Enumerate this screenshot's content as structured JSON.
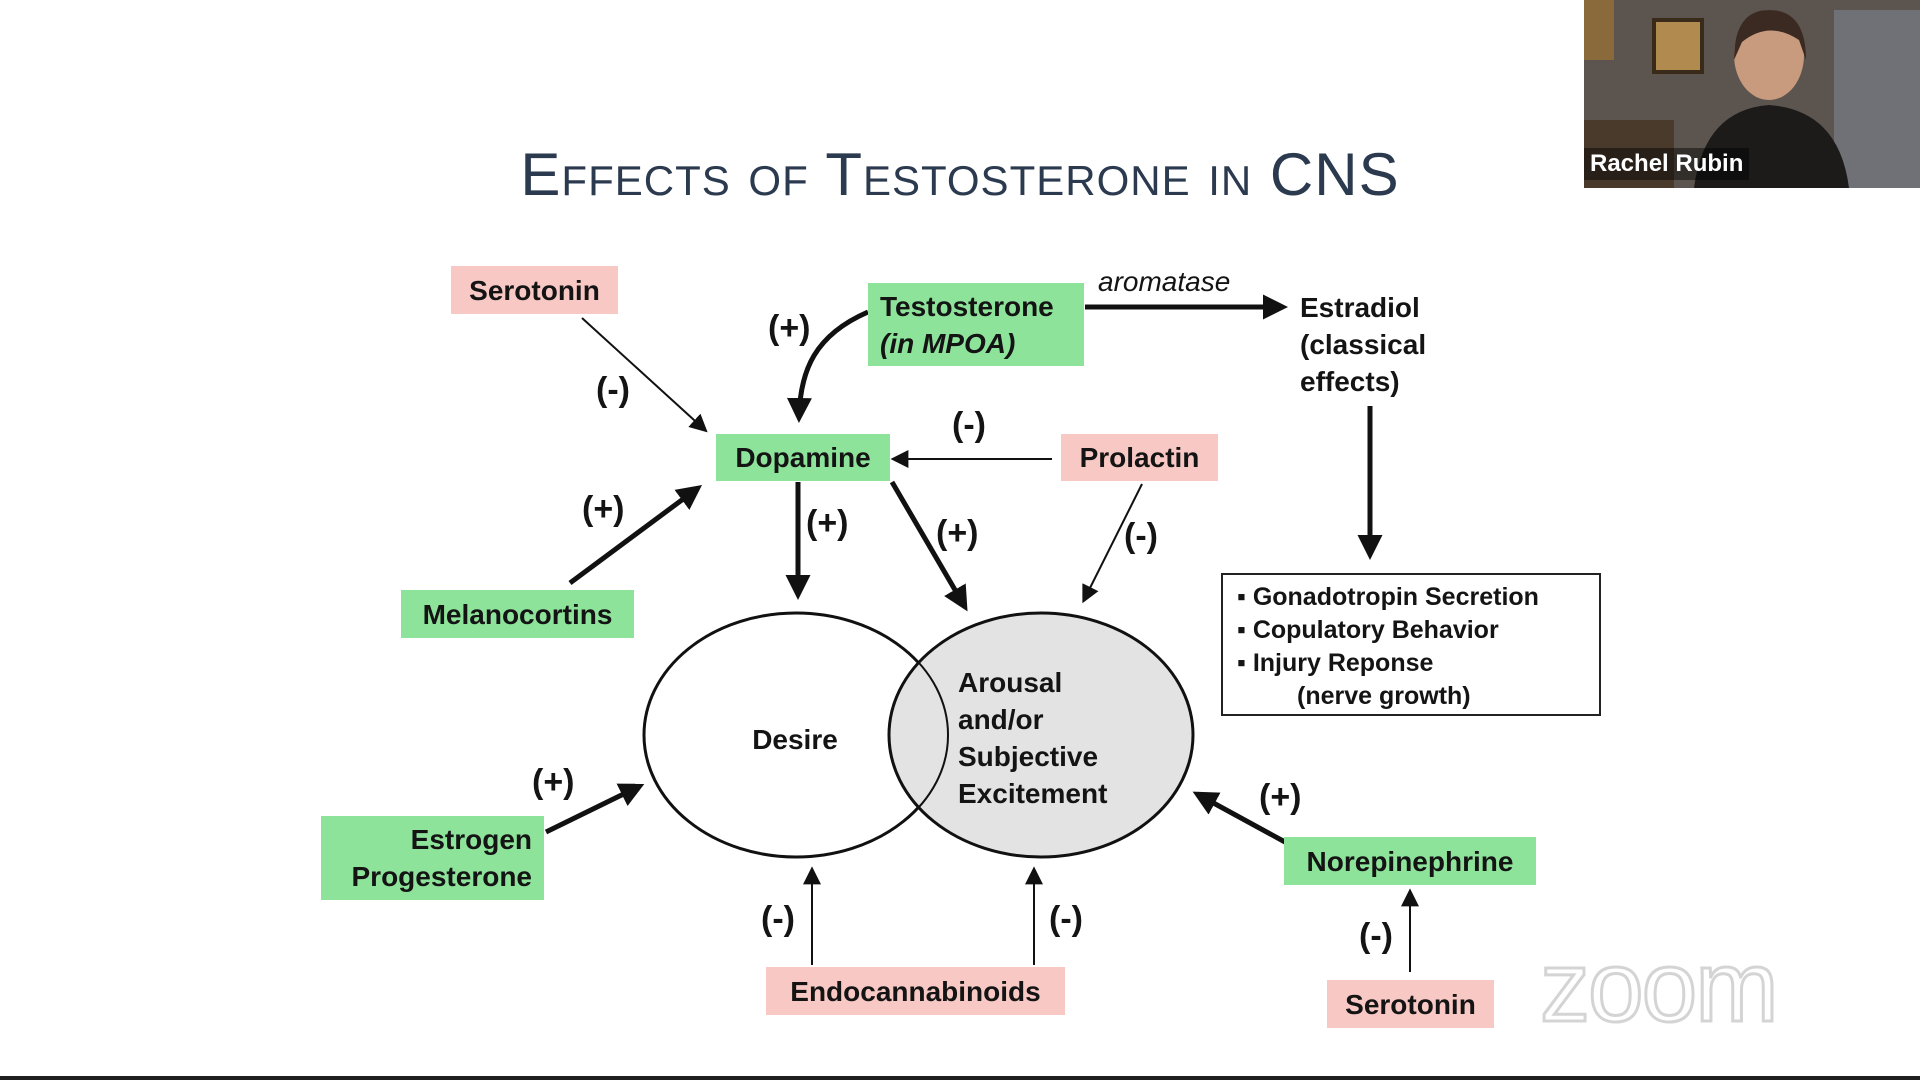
{
  "slide": {
    "title": "Effects of Testosterone in CNS"
  },
  "nodes": {
    "serotonin_top": "Serotonin",
    "testosterone_line1": "Testosterone",
    "testosterone_line2": "(in MPOA)",
    "aromatase": "aromatase",
    "estradiol_line1": "Estradiol",
    "estradiol_line2": "(classical",
    "estradiol_line3": "effects)",
    "dopamine": "Dopamine",
    "prolactin": "Prolactin",
    "melanocortins": "Melanocortins",
    "desire": "Desire",
    "arousal_line1": "Arousal",
    "arousal_line2": "and/or",
    "arousal_line3": "Subjective",
    "arousal_line4": "Excitement",
    "estrogen_line1": "Estrogen",
    "estrogen_line2": "Progesterone",
    "norepinephrine": "Norepinephrine",
    "endocannabinoids": "Endocannabinoids",
    "serotonin_bottom": "Serotonin"
  },
  "signs": {
    "serotonin_to_dopamine": "(-)",
    "testosterone_to_dopamine": "(+)",
    "prolactin_to_dopamine": "(-)",
    "melanocortins_to_dopamine": "(+)",
    "dopamine_to_desire": "(+)",
    "dopamine_to_arousal": "(+)",
    "prolactin_to_arousal": "(-)",
    "estrogen_to_desire": "(+)",
    "norepinephrine_to_arousal": "(+)",
    "endocannabinoids_to_desire": "(-)",
    "endocannabinoids_to_arousal": "(-)",
    "serotonin_to_norepinephrine": "(-)"
  },
  "effects_list": {
    "items": [
      "Gonadotropin Secretion",
      "Copulatory Behavior",
      "Injury Reponse"
    ],
    "subitem": "(nerve growth)"
  },
  "webcam": {
    "participant_name": "Rachel Rubin"
  },
  "watermark": {
    "text": "zoom"
  },
  "colors": {
    "green_box": "#8ee39b",
    "pink_box": "#f8c8c4",
    "title_color": "#2b3a4f"
  }
}
